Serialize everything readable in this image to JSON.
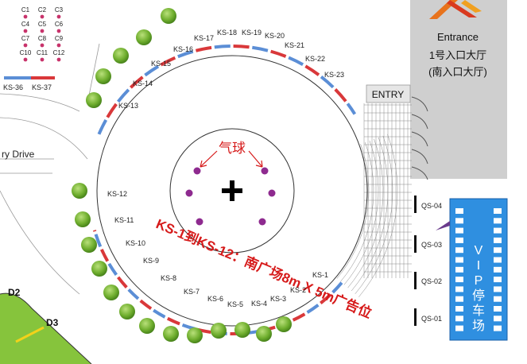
{
  "entrance": {
    "title_en": "Entrance",
    "title_cn": "1号入口大厅",
    "subtitle_cn": "(南入口大厅)"
  },
  "entry_label": "ENTRY",
  "drive_label": "ry Drive",
  "balloon_label": "气球",
  "promo_text": "KS-1到KS-12：南广场8m X 5m广告位",
  "vip_label": "VIP停车场",
  "kiosk_labels": {
    "ks1": "KS-1",
    "ks2": "KS-2",
    "ks3": "KS-3",
    "ks4": "KS-4",
    "ks5": "KS-5",
    "ks6": "KS-6",
    "ks7": "KS-7",
    "ks8": "KS-8",
    "ks9": "KS-9",
    "ks10": "KS-10",
    "ks11": "KS-11",
    "ks12": "KS-12",
    "ks13": "KS-13",
    "ks14": "KS-14",
    "ks15": "KS-15",
    "ks16": "KS-16",
    "ks17": "KS-17",
    "ks18": "KS-18",
    "ks19": "KS-19",
    "ks20": "KS-20",
    "ks21": "KS-21",
    "ks22": "KS-22",
    "ks23": "KS-23",
    "ks36": "KS-36",
    "ks37": "KS-37"
  },
  "c_grid": {
    "c1": "C1",
    "c2": "C2",
    "c3": "C3",
    "c4": "C4",
    "c5": "C5",
    "c6": "C6",
    "c7": "C7",
    "c8": "C8",
    "c9": "C9",
    "c10": "C10",
    "c11": "C11",
    "c12": "C12"
  },
  "qs_labels": {
    "qs01": "QS-01",
    "qs02": "QS-02",
    "qs03": "QS-03",
    "qs04": "QS-04"
  },
  "zone_labels": {
    "d2": "D2",
    "d3": "D3"
  },
  "colors": {
    "banner_red": "#d9383a",
    "banner_blue": "#5b8ed6",
    "balloon": "#8e2a8f",
    "vip_blue": "#2f8fe0",
    "entrance_gray": "#cfcfcf",
    "tree_green": "#7cb83a",
    "grass": "#86c43c",
    "promo_red": "#d61a1a"
  },
  "icons": {
    "center": "plus-icon",
    "entrance_logo": "chevron-logo-icon"
  }
}
